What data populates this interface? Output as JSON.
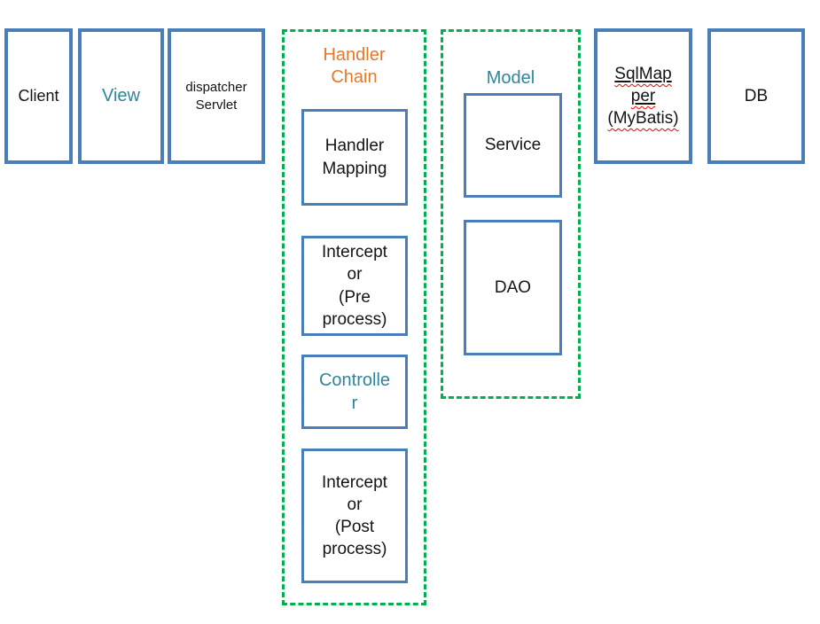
{
  "colors": {
    "box_border": "#4a7ebb",
    "group_border": "#00b050",
    "teal": "#31849b",
    "orange": "#e6782a",
    "text": "#141414",
    "spell_underline": "#ff0000"
  },
  "nodes": {
    "client": "Client",
    "view": "View",
    "dispatcher_servlet": "dispatcher\nServlet",
    "sql_mapper": {
      "name": "SqlMap\nper",
      "subtitle": "(MyBatis)"
    },
    "db": "DB"
  },
  "handler_chain": {
    "title": "Handler\nChain",
    "handler_mapping": "Handler\nMapping",
    "interceptor_pre": "Intercept\nor\n(Pre\nprocess)",
    "controller": "Controlle\nr",
    "interceptor_post": "Intercept\nor\n(Post\nprocess)"
  },
  "model": {
    "title": "Model",
    "service": "Service",
    "dao": "DAO"
  }
}
